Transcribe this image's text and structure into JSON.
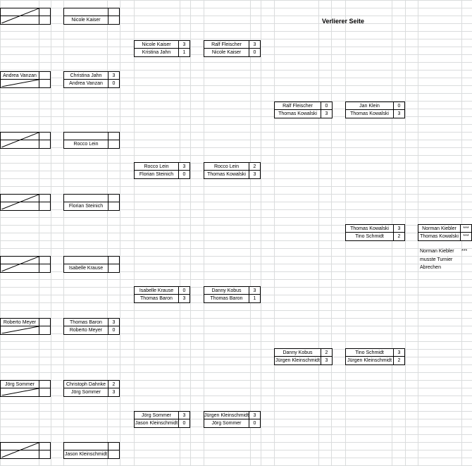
{
  "title": "Verlierer Seite",
  "round0": [
    {
      "p1": "",
      "p2": ""
    },
    {
      "p1": "Andrea Vanzan",
      "p2": ""
    },
    {
      "p1": "",
      "p2": ""
    },
    {
      "p1": "",
      "p2": ""
    },
    {
      "p1": "",
      "p2": ""
    },
    {
      "p1": "Roberto Meyer",
      "p2": ""
    },
    {
      "p1": "Jörg Sommer",
      "p2": ""
    },
    {
      "p1": "",
      "p2": ""
    }
  ],
  "round1": [
    {
      "p1": "",
      "s1": "",
      "p2": "Nicole Kaiser",
      "s2": ""
    },
    {
      "p1": "Christina Jahn",
      "s1": "3",
      "p2": "Andrea Vanzan",
      "s2": "0"
    },
    {
      "p1": "",
      "s1": "",
      "p2": "Rocco Lein",
      "s2": ""
    },
    {
      "p1": "",
      "s1": "",
      "p2": "Florian Steinich",
      "s2": ""
    },
    {
      "p1": "",
      "s1": "",
      "p2": "Isabelle Krause",
      "s2": ""
    },
    {
      "p1": "Thomas Baron",
      "s1": "3",
      "p2": "Roberto Meyer",
      "s2": "0"
    },
    {
      "p1": "Christoph Dahnke",
      "s1": "2",
      "p2": "Jörg Sommer",
      "s2": "3"
    },
    {
      "p1": "",
      "s1": "",
      "p2": "Jason Kleinschmidt",
      "s2": ""
    }
  ],
  "round2": [
    {
      "p1": "Nicole Kaiser",
      "s1": "3",
      "p2": "Kristina Jahn",
      "s2": "1"
    },
    {
      "p1": "Rocco Lein",
      "s1": "3",
      "p2": "Florian Steinich",
      "s2": "0"
    },
    {
      "p1": "Isabelle Krause",
      "s1": "0",
      "p2": "Thomas Baron",
      "s2": "3"
    },
    {
      "p1": "Jörg Sommer",
      "s1": "3",
      "p2": "Jason Kleinschmidt",
      "s2": "0"
    }
  ],
  "round3": [
    {
      "p1": "Ralf Fleischer",
      "s1": "3",
      "p2": "Nicole Kaiser",
      "s2": "0"
    },
    {
      "p1": "Rocco Lein",
      "s1": "2",
      "p2": "Thomas Kowalski",
      "s2": "3"
    },
    {
      "p1": "Danny Kobus",
      "s1": "3",
      "p2": "Thomas Baron",
      "s2": "1"
    },
    {
      "p1": "Jürgen Kleinschmidt",
      "s1": "3",
      "p2": "Jörg Sommer",
      "s2": "0"
    }
  ],
  "round4": [
    {
      "p1": "Ralf Fleischer",
      "s1": "0",
      "p2": "Thomas Kowalski",
      "s2": "3"
    },
    {
      "p1": "Danny Kobus",
      "s1": "2",
      "p2": "Jürgen Kleinschmidt",
      "s2": "3"
    }
  ],
  "round5": [
    {
      "p1": "Jan Klein",
      "s1": "0",
      "p2": "Thomas Kowalski",
      "s2": "3"
    },
    {
      "p1": "Tino Schmidt",
      "s1": "3",
      "p2": "Jürgen Kleinschmidt",
      "s2": "2"
    }
  ],
  "round6": [
    {
      "p1": "Thomas Kowalski",
      "s1": "3",
      "p2": "Tino Schmidt",
      "s2": "2"
    }
  ],
  "round7": [
    {
      "p1": "Norman Kiebler",
      "s1": "***",
      "p2": "Thomas Kowalski",
      "s2": "***"
    }
  ],
  "note": {
    "name": "Norman Kiebler",
    "stars": "***",
    "line2": "musste Turnier",
    "line3": "Abrechen"
  }
}
